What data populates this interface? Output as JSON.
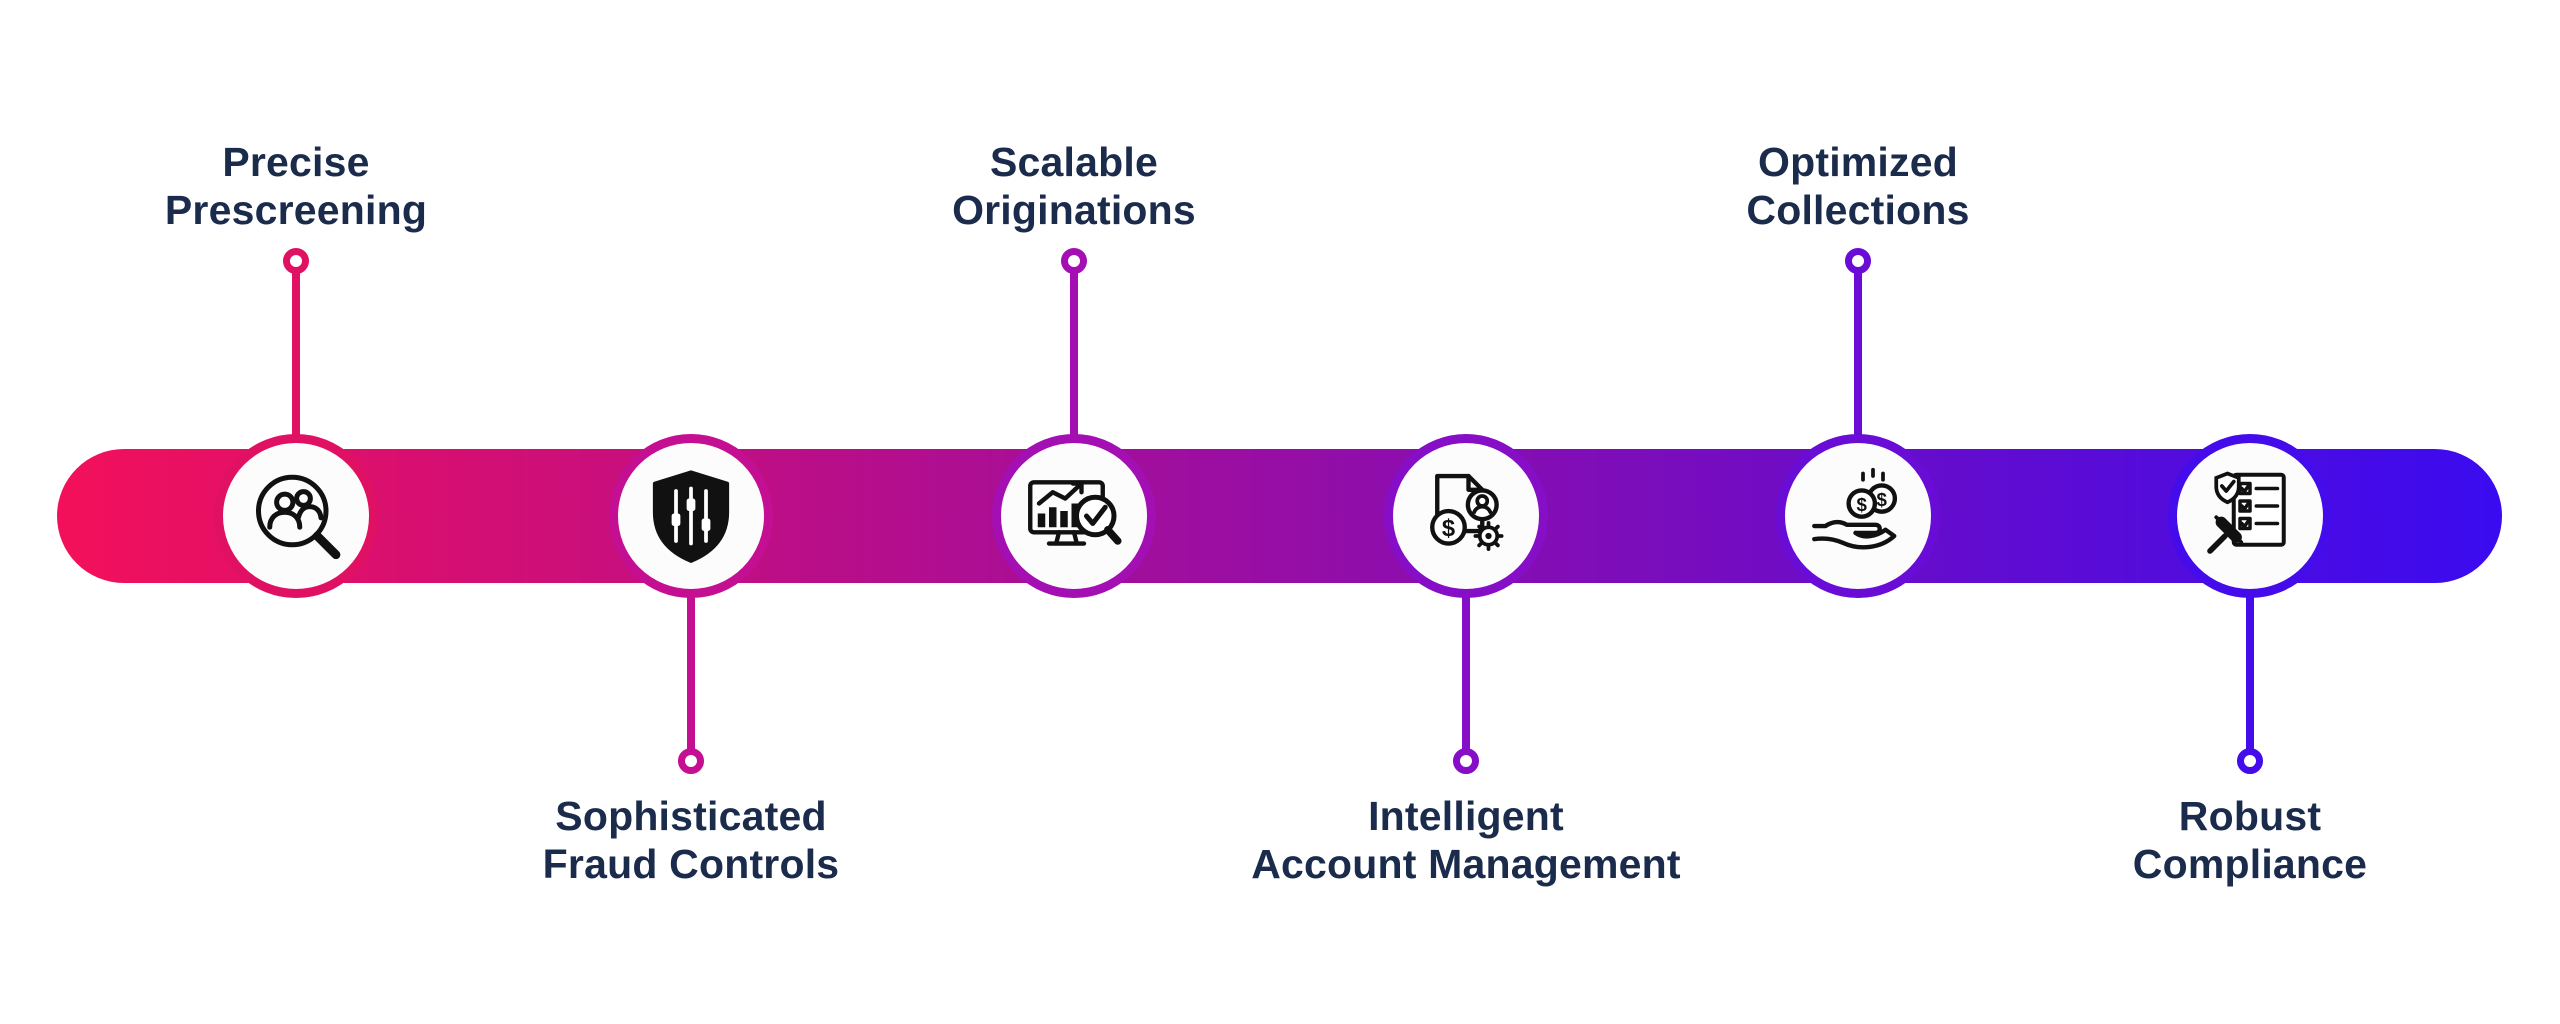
{
  "colors": {
    "bar_gradient_start": "#F3105A",
    "bar_gradient_end": "#3A0BF0",
    "label_text": "#1B2B4C",
    "icon_ink": "#111111",
    "node_fill": "#FDFCFD"
  },
  "stages": [
    {
      "line1": "Precise",
      "line2": "Prescreening",
      "accent": "#E01062",
      "icon": "people-search-icon",
      "label_position": "above"
    },
    {
      "line1": "Sophisticated",
      "line2": "Fraud Controls",
      "accent": "#C40F93",
      "icon": "shield-controls-icon",
      "label_position": "below"
    },
    {
      "line1": "Scalable",
      "line2": "Originations",
      "accent": "#A30FB2",
      "icon": "monitor-chart-magnifier-icon",
      "label_position": "above"
    },
    {
      "line1": "Intelligent",
      "line2": "Account Management",
      "accent": "#860EC6",
      "icon": "document-dollar-person-gear-icon",
      "label_position": "below"
    },
    {
      "line1": "Optimized",
      "line2": "Collections",
      "accent": "#690DD6",
      "icon": "hand-coins-icon",
      "label_position": "above"
    },
    {
      "line1": "Robust",
      "line2": "Compliance",
      "accent": "#440CEA",
      "icon": "shield-checklist-gavel-icon",
      "label_position": "below"
    }
  ]
}
